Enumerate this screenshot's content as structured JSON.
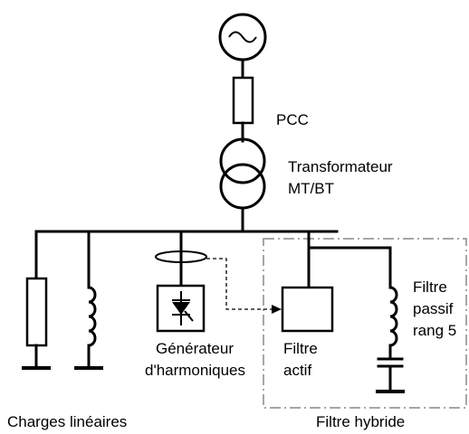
{
  "labels": {
    "pcc": "PCC",
    "transformer_line1": "Transformateur",
    "transformer_line2": "MT/BT",
    "passive_filter_line1": "Filtre",
    "passive_filter_line2": "passif",
    "passive_filter_line3": "rang 5",
    "active_filter_line1": "Filtre",
    "active_filter_line2": "actif",
    "harmonic_gen_line1": "Générateur",
    "harmonic_gen_line2": "d'harmoniques",
    "linear_loads": "Charges linéaires",
    "hybrid_filter": "Filtre hybride"
  },
  "colors": {
    "line": "#000000",
    "dashed_box": "#888888",
    "background": "#ffffff"
  }
}
